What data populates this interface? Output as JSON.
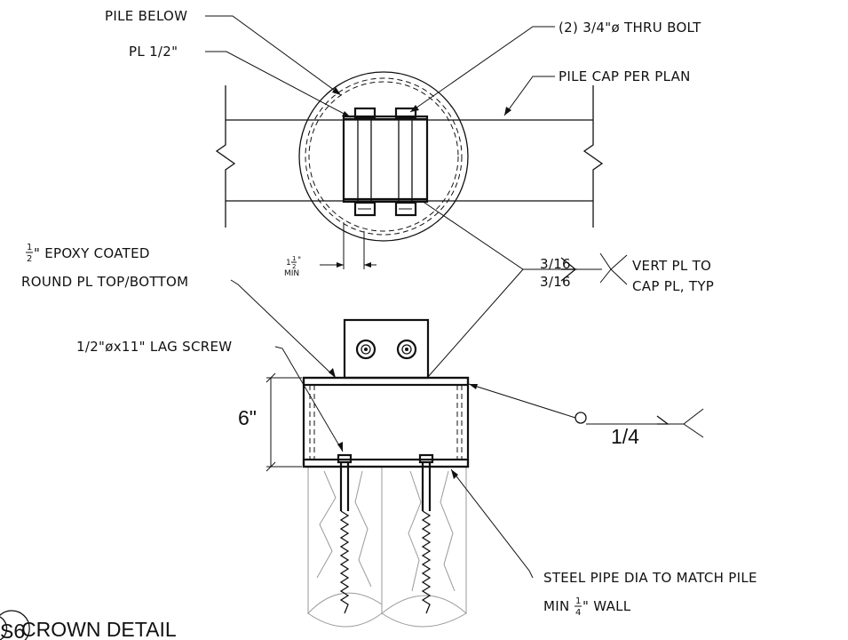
{
  "plan_labels": {
    "pile_below": "PILE BELOW",
    "plate": "PL 1/2\"",
    "thru_bolt": "(2) 3/4\"ø THRU BOLT",
    "pile_cap": "PILE CAP PER PLAN"
  },
  "min_dim": {
    "whole": "1",
    "num": "1",
    "den": "2",
    "unit": "\"",
    "label": "MIN"
  },
  "round_plate_note": {
    "frac_num": "1",
    "frac_den": "2",
    "line1_rest": "\" EPOXY COATED",
    "line2": "ROUND PL TOP/BOTTOM"
  },
  "weld_vert": {
    "size_top": "3/16",
    "size_bottom": "3/16",
    "line1": "VERT PL TO",
    "line2": "CAP PL, TYP"
  },
  "lag_screw": "1/2\"øx11\" LAG SCREW",
  "height_dim": "6\"",
  "weld_quarter": "1/4",
  "steel_pipe_note": {
    "line1": "STEEL PIPE DIA TO MATCH PILE",
    "line2_pre": "MIN ",
    "frac_num": "1",
    "frac_den": "4",
    "line2_post": "\" WALL"
  },
  "title": {
    "text": "CROWN DETAIL",
    "tag": "S6"
  }
}
